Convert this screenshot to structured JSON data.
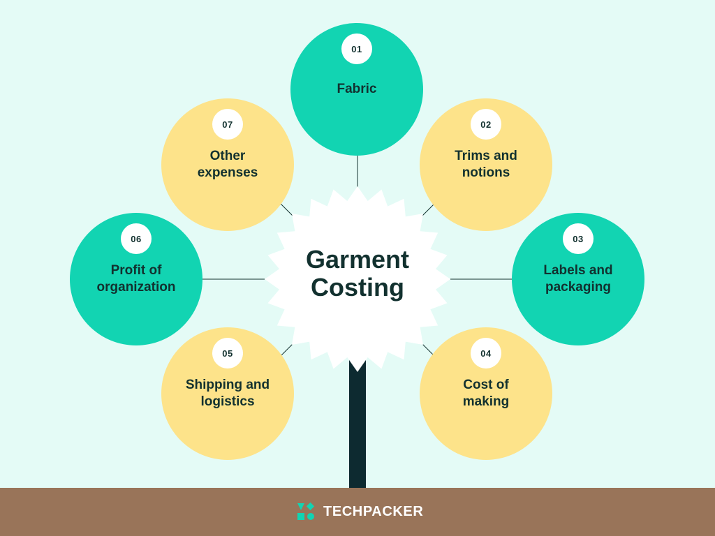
{
  "diagram": {
    "center": {
      "line1": "Garment",
      "line2": "Costing"
    },
    "nodes": [
      {
        "id": "fabric",
        "number": "01",
        "lines": [
          "Fabric"
        ],
        "color": "#12d4b2"
      },
      {
        "id": "trims-and-notions",
        "number": "02",
        "lines": [
          "Trims and",
          "notions"
        ],
        "color": "#fde38a"
      },
      {
        "id": "labels-and-packaging",
        "number": "03",
        "lines": [
          "Labels and",
          "packaging"
        ],
        "color": "#12d4b2"
      },
      {
        "id": "cost-of-making",
        "number": "04",
        "lines": [
          "Cost of",
          "making"
        ],
        "color": "#fde38a"
      },
      {
        "id": "shipping-and-logistics",
        "number": "05",
        "lines": [
          "Shipping and",
          "logistics"
        ],
        "color": "#fde38a"
      },
      {
        "id": "profit-of-organization",
        "number": "06",
        "lines": [
          "Profit of",
          "organization"
        ],
        "color": "#12d4b2"
      },
      {
        "id": "other-expenses",
        "number": "07",
        "lines": [
          "Other",
          "expenses"
        ],
        "color": "#fde38a"
      }
    ]
  },
  "colors": {
    "background": "#e4fbf6",
    "teal": "#12d4b2",
    "yellow": "#fde38a",
    "trunk": "#0d2a30",
    "ground": "#997459",
    "text": "#12312f"
  },
  "footer": {
    "brand": "TECHPACKER"
  },
  "icons": {
    "brand_logo": "techpacker-logo-icon"
  }
}
